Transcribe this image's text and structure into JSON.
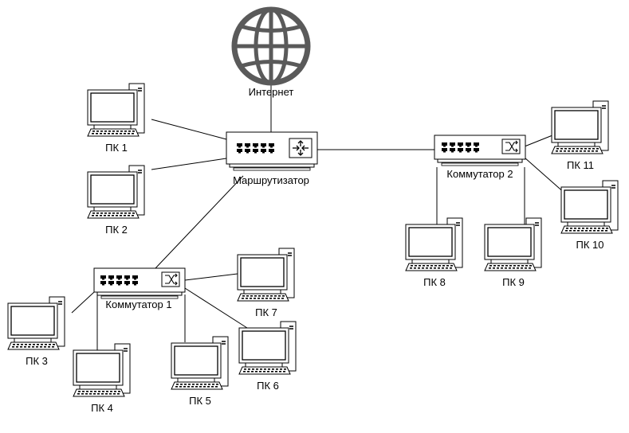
{
  "internet": {
    "label": "Интернет",
    "icon": "globe-icon"
  },
  "router": {
    "label": "Маршрутизатор",
    "icon": "router-icon"
  },
  "switches": [
    {
      "id": "switch-1",
      "label": "Коммутатор 1",
      "icon": "switch-icon"
    },
    {
      "id": "switch-2",
      "label": "Коммутатор 2",
      "icon": "switch-icon"
    }
  ],
  "pcs": [
    {
      "id": "pc-1",
      "label": "ПК 1"
    },
    {
      "id": "pc-2",
      "label": "ПК  2"
    },
    {
      "id": "pc-3",
      "label": "ПК 3"
    },
    {
      "id": "pc-4",
      "label": "ПК 4"
    },
    {
      "id": "pc-5",
      "label": "ПК 5"
    },
    {
      "id": "pc-6",
      "label": "ПК 6"
    },
    {
      "id": "pc-7",
      "label": "ПК 7"
    },
    {
      "id": "pc-8",
      "label": "ПК 8"
    },
    {
      "id": "pc-9",
      "label": "ПК 9"
    },
    {
      "id": "pc-10",
      "label": "ПК 10"
    },
    {
      "id": "pc-11",
      "label": "ПК 11"
    }
  ],
  "colors": {
    "stroke": "#000000",
    "globe": "#5a5a5a",
    "background": "#ffffff"
  }
}
